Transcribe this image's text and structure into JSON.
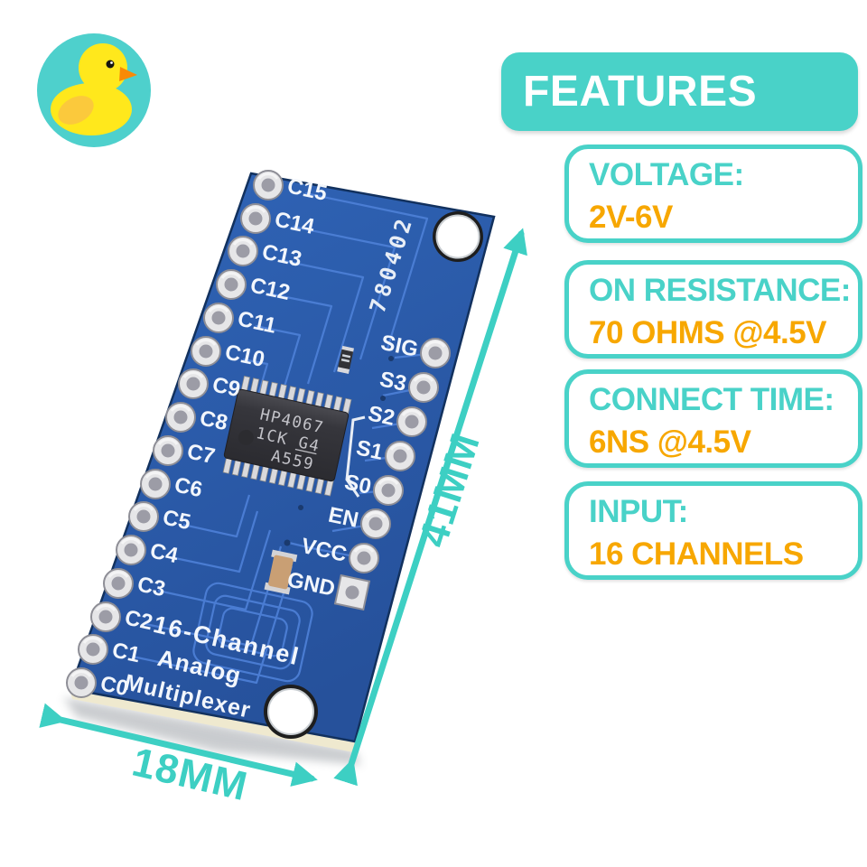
{
  "logo": {
    "icon": "rubber-duck-icon",
    "bg_color": "#4ED0CC",
    "duck_color": "#FFE81C"
  },
  "features_panel": {
    "title": "FEATURES",
    "accent_teal": "#49D2C8",
    "accent_orange": "#F7A700",
    "items": [
      {
        "label": "VOLTAGE:",
        "value": "2V-6V"
      },
      {
        "label": "ON RESISTANCE:",
        "value": "70 OHMS @4.5V"
      },
      {
        "label": "CONNECT TIME:",
        "value": "6NS @4.5V"
      },
      {
        "label": "INPUT:",
        "value": "16 CHANNELS"
      }
    ]
  },
  "pcb": {
    "board_color": "#2C5FAF",
    "channel_labels": [
      "C15",
      "C14",
      "C13",
      "C12",
      "C11",
      "C10",
      "C9",
      "C8",
      "C7",
      "C6",
      "C5",
      "C4",
      "C3",
      "C2",
      "C1",
      "C0"
    ],
    "control_labels": [
      "SIG",
      "S3",
      "S2",
      "S1",
      "S0",
      "EN",
      "VCC",
      "GND"
    ],
    "chip": {
      "lines": [
        "HP4067",
        "1CK G4",
        "A559"
      ]
    },
    "silkscreen_title": {
      "line1": "16-Channel",
      "line2": "Analog",
      "line3": "Multiplexer"
    },
    "batch_code": "780402"
  },
  "dimensions": {
    "arrow_color": "#3DCFC3",
    "length_label": "41MM",
    "width_label": "18MM"
  }
}
